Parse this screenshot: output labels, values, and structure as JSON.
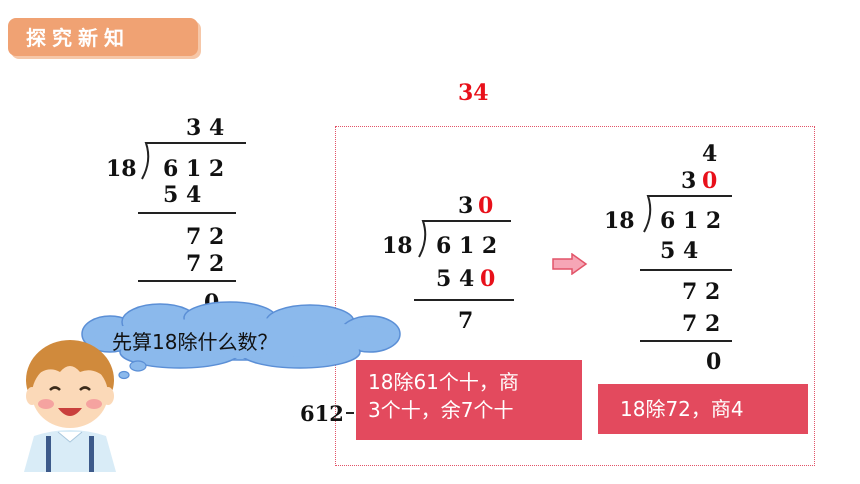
{
  "header": {
    "title": "探究新知"
  },
  "left_division": {
    "quotient": "3 4",
    "divisor": "18",
    "dividend": "6 1 2",
    "step1_product": "5 4",
    "step1_remainder": "7 2",
    "step2_product": "7 2",
    "final_remainder": "0"
  },
  "top_answer": "34",
  "middle_division": {
    "quotient_digit": "3",
    "quotient_zero": "0",
    "divisor": "18",
    "dividend": "6 1 2",
    "product_digits": "5 4",
    "product_zero": "0",
    "remainder": "7",
    "caption_line1": "18除61个十，商",
    "caption_line2": "3个十，余7个十"
  },
  "right_division": {
    "quotient_ones": "4",
    "quotient_tens": "3",
    "quotient_zero": "0",
    "divisor": "18",
    "dividend": "6 1 2",
    "step1_product": "5 4",
    "step1_remainder": "7 2",
    "step2_product": "7 2",
    "final_remainder": "0",
    "caption": "18除72，商4"
  },
  "thought_bubble": "先算18除什么数？",
  "partial_label": "612",
  "colors": {
    "accent_red": "#e8101a",
    "caption_bg": "#e34a5e",
    "tag_bg": "#f0a273",
    "cloud": "#7fb0e8"
  }
}
